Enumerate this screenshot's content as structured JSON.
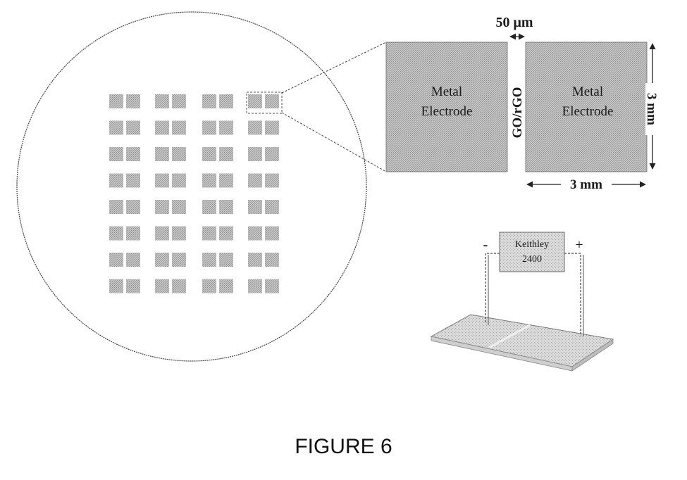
{
  "figure": {
    "caption": "FIGURE 6",
    "wafer": {
      "rows": 8,
      "columns": 4,
      "highlighted": {
        "row": 1,
        "column": 4
      }
    },
    "detail": {
      "left_electrode": {
        "line1": "Metal",
        "line2": "Electrode"
      },
      "right_electrode": {
        "line1": "Metal",
        "line2": "Electrode"
      },
      "channel_label": "GO/rGO",
      "gap_label": "50 μm",
      "height_label": "3 mm",
      "width_label": "3 mm"
    },
    "meter": {
      "line1": "Keithley",
      "line2": "2400",
      "negative": "-",
      "positive": "+"
    },
    "colors": {
      "electrode": "#b4b4b4",
      "line": "#333333",
      "wafer_outline": "#444444"
    }
  }
}
